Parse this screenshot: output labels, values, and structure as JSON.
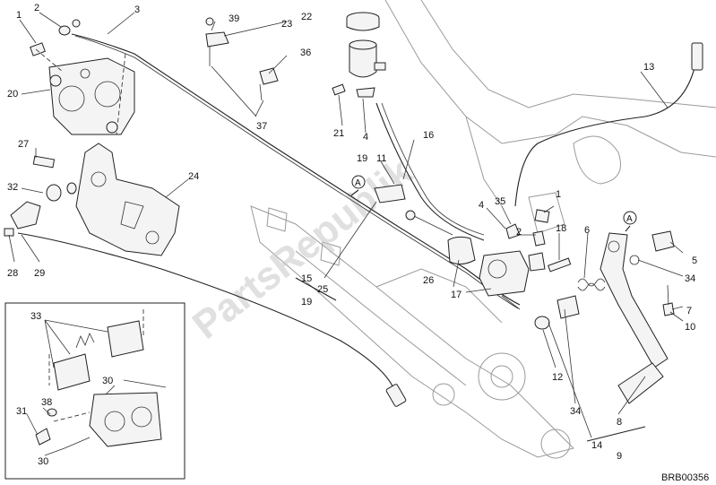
{
  "diagram": {
    "watermark": "PartsRepublik",
    "reference_code": "BRB00356",
    "view_marker": "A",
    "callouts": {
      "c1": "1",
      "c2": "2",
      "c3": "3",
      "c13": "13",
      "c20": "20",
      "c22": "22",
      "c23": "23",
      "c39": "39",
      "c36": "36",
      "c37": "37",
      "c21": "21",
      "c4": "4",
      "c16": "16",
      "c27": "27",
      "c24": "24",
      "c32": "32",
      "c19a": "19",
      "c11": "11",
      "c35": "35",
      "c4b": "4",
      "c2b": "2",
      "c1b": "1",
      "c18": "18",
      "c6": "6",
      "c5": "5",
      "c34": "34",
      "c7": "7",
      "c10": "10",
      "c28": "28",
      "c29": "29",
      "c15": "15",
      "c25": "25",
      "c19b": "19",
      "c26": "26",
      "c17": "17",
      "c12": "12",
      "c34b": "34",
      "c14": "14",
      "c8": "8",
      "c9": "9",
      "c33": "33",
      "c30a": "30",
      "c38": "38",
      "c31": "31",
      "c30b": "30"
    }
  }
}
